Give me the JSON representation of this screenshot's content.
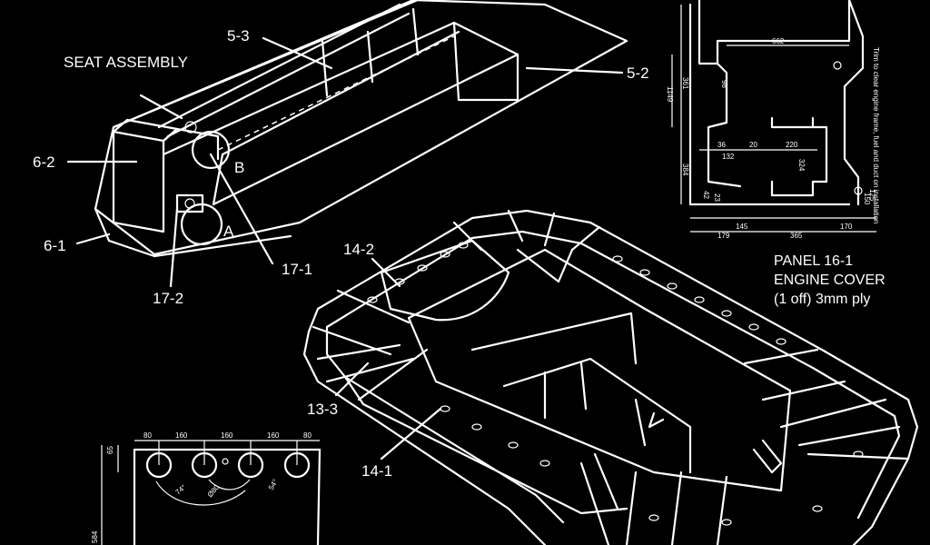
{
  "colors": {
    "background": "#000000",
    "line": "#ffffff"
  },
  "seat_assembly": {
    "title": "SEAT ASSEMBLY",
    "labels": {
      "p53": "5-3",
      "p52": "5-2",
      "p62": "6-2",
      "p61": "6-1",
      "p171": "17-1",
      "p172": "17-2",
      "detail_a": "A",
      "detail_b": "B"
    }
  },
  "hull": {
    "labels": {
      "p142": "14-2",
      "p141": "14-1",
      "p133": "13-3"
    }
  },
  "panel_16_1": {
    "title_line1": "PANEL 16-1",
    "title_line2": "ENGINE COVER",
    "title_line3": "(1 off) 3mm ply",
    "note": "Trim to clear engine frame, fuel and duct on installation",
    "dims": [
      "662",
      "1149",
      "361",
      "384",
      "98",
      "36",
      "20",
      "220",
      "132",
      "324",
      "145",
      "179",
      "365",
      "170",
      "42",
      "23",
      "125",
      "150"
    ]
  },
  "bottom_panel": {
    "top_dims": [
      "80",
      "160",
      "160",
      "160",
      "80"
    ],
    "side_dims": [
      "65",
      "584"
    ],
    "angle_dims": [
      "74°",
      "Ø80",
      "54°"
    ]
  }
}
